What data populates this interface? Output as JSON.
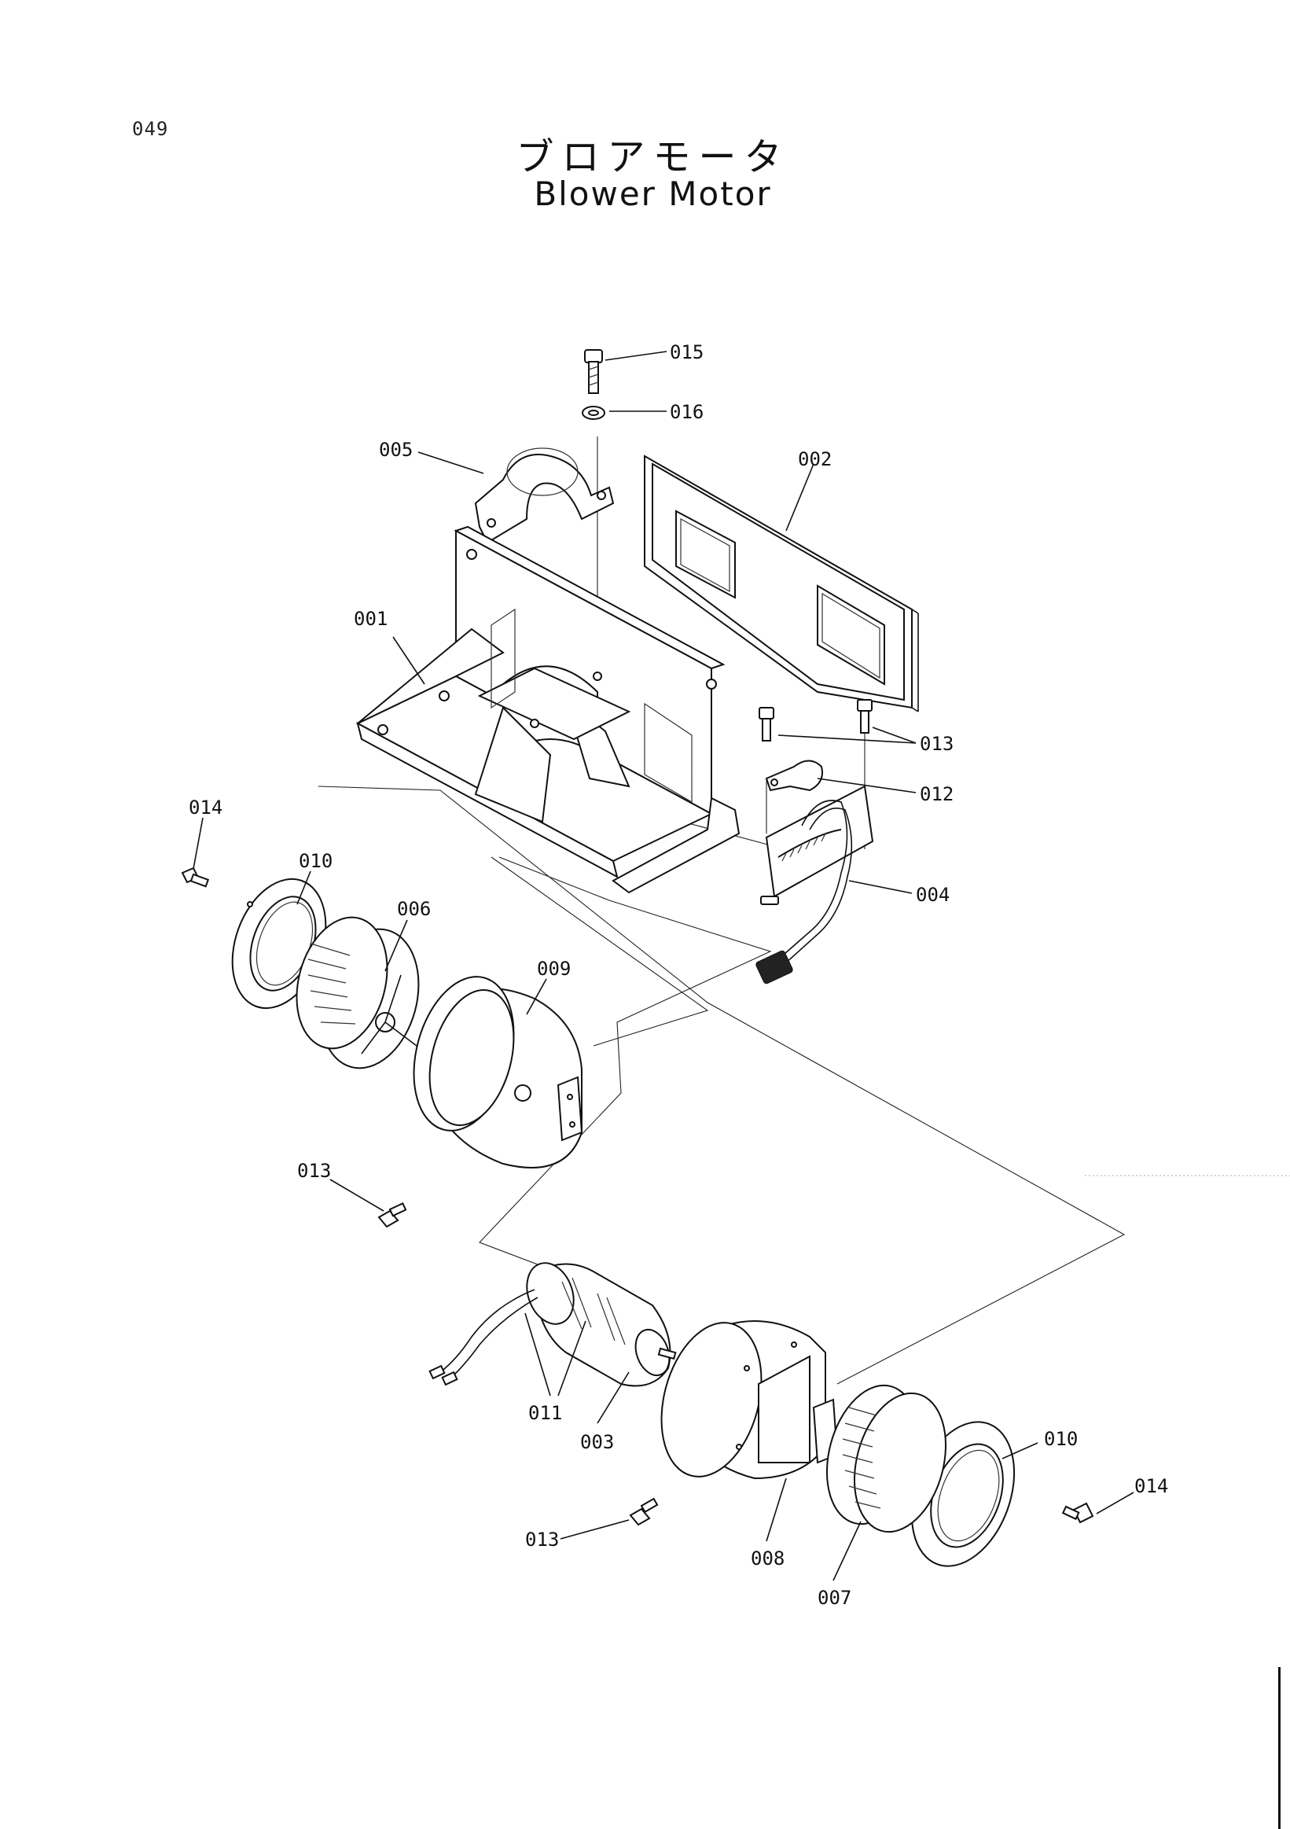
{
  "page": {
    "number": "049"
  },
  "title": {
    "japanese": "ブロアモータ",
    "english": "Blower Motor"
  },
  "callouts": {
    "c001": "001",
    "c002": "002",
    "c003": "003",
    "c004": "004",
    "c005": "005",
    "c006": "006",
    "c007": "007",
    "c008": "008",
    "c009": "009",
    "c010a": "010",
    "c010b": "010",
    "c011": "011",
    "c012": "012",
    "c013a": "013",
    "c013b": "013",
    "c013c": "013",
    "c014a": "014",
    "c014b": "014",
    "c015": "015",
    "c016": "016"
  }
}
